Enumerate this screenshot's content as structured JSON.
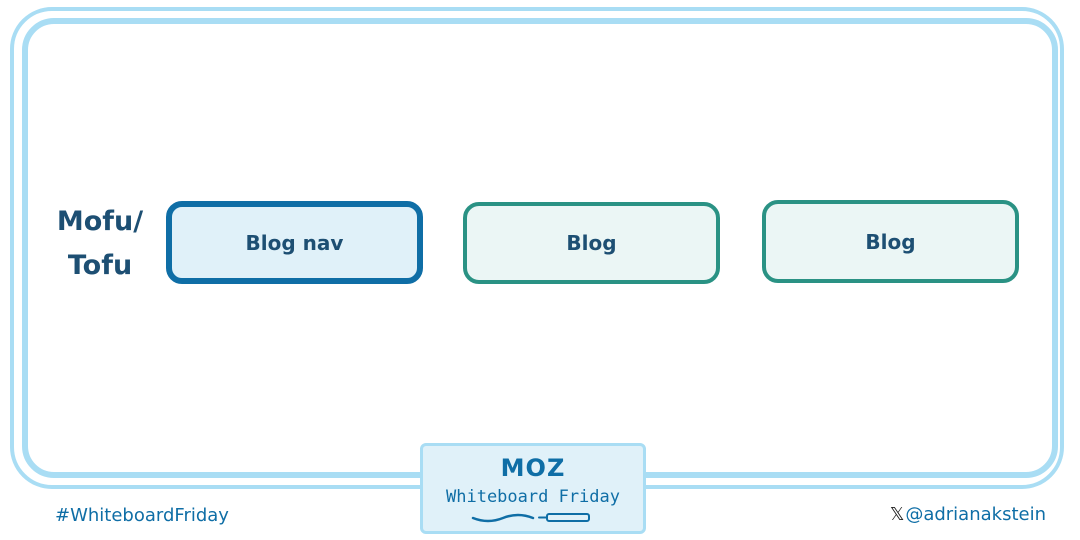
{
  "diagram": {
    "row_label": [
      "Mofu/",
      "Tofu"
    ],
    "boxes": [
      {
        "label": "Blog nav",
        "style": "highlighted"
      },
      {
        "label": "Blog",
        "style": "normal"
      },
      {
        "label": "Blog",
        "style": "normal"
      }
    ]
  },
  "badge": {
    "logo": "MOZ",
    "subtitle": "Whiteboard Friday"
  },
  "footer": {
    "hashtag": "#WhiteboardFriday",
    "handle": "@adrianakstein",
    "handle_icon": "x-logo-icon"
  },
  "colors": {
    "frame": "#a9ddf4",
    "text_dark": "#1d4f73",
    "nav_border": "#0f6ea6",
    "nav_fill": "#e0f1f9",
    "blog_border": "#2a9284",
    "blog_fill": "#ebf6f5",
    "brand_blue": "#0f6ea6"
  }
}
